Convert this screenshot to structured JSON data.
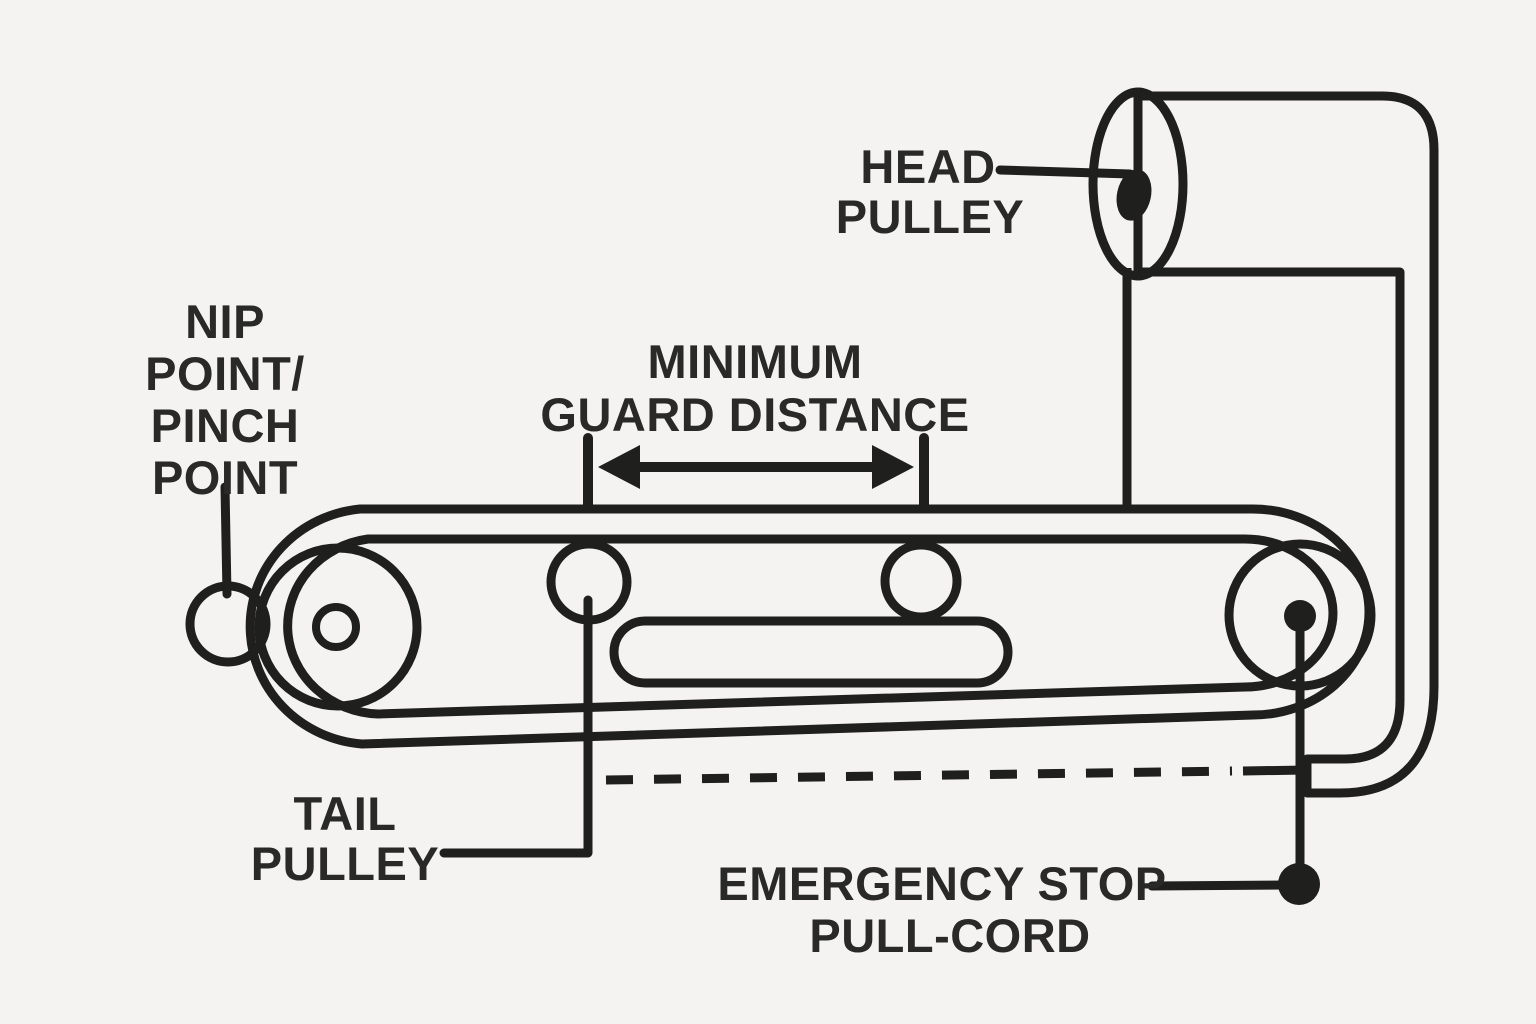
{
  "diagram": {
    "name": "conveyor-belt-safety-diagram",
    "labels": {
      "head_pulley": {
        "line1": "HEAD",
        "line2": "PULLEY"
      },
      "nip_point": {
        "line1": "NIP",
        "line2": "POINT/",
        "line3": "PINCH",
        "line4": "POINT"
      },
      "minimum_guard_distance": {
        "line1": "MINIMUM",
        "line2": "GUARD DISTANCE"
      },
      "tail_pulley": {
        "line1": "TAIL",
        "line2": "PULLEY"
      },
      "emergency_stop": {
        "line1": "EMERGENCY STOP",
        "line2": "PULL-CORD"
      }
    },
    "colors": {
      "background": "#F4F3F1",
      "belt_yellow": "#F8D24A",
      "outline_dark": "#1F1F1E",
      "pulley_gray": "#EBEBE9",
      "hub_gray": "#C9C8C6",
      "nip_red": "#E8493C",
      "text_dark": "#292927"
    }
  }
}
